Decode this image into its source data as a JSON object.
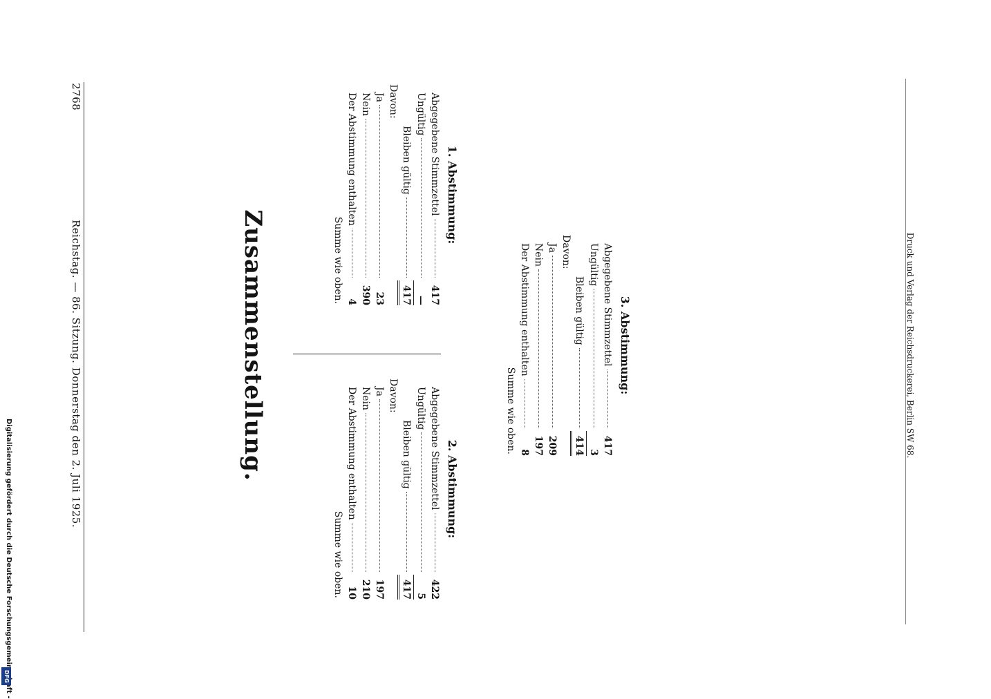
{
  "header": {
    "page_number": "2768",
    "running_head": "Reichstag. — 86. Sitzung. Donnerstag den 2. Juli 1925."
  },
  "title": "Zusammenstellung.",
  "votes": [
    {
      "heading": "1. Abstimmung:",
      "abgegebene_label": "Abgegebene Stimmzettel",
      "abgegebene": "417",
      "ungueltig_label": "Ungültig",
      "ungueltig": "—",
      "bleiben_label": "Bleiben gültig",
      "bleiben": "417",
      "davon_label": "Davon:",
      "ja_label": "Ja",
      "ja": "23",
      "nein_label": "Nein",
      "nein": "390",
      "enthalten_label": "Der Abstimmung enthalten",
      "enthalten": "4",
      "summe_label": "Summe wie oben."
    },
    {
      "heading": "2. Abstimmung:",
      "abgegebene_label": "Abgegebene Stimmzettel",
      "abgegebene": "422",
      "ungueltig_label": "Ungültig",
      "ungueltig": "5",
      "bleiben_label": "Bleiben gültig",
      "bleiben": "417",
      "davon_label": "Davon:",
      "ja_label": "Ja",
      "ja": "197",
      "nein_label": "Nein",
      "nein": "210",
      "enthalten_label": "Der Abstimmung enthalten",
      "enthalten": "10",
      "summe_label": "Summe wie oben."
    },
    {
      "heading": "3. Abstimmung:",
      "abgegebene_label": "Abgegebene Stimmzettel",
      "abgegebene": "417",
      "ungueltig_label": "Ungültig",
      "ungueltig": "3",
      "bleiben_label": "Bleiben gültig",
      "bleiben": "414",
      "davon_label": "Davon:",
      "ja_label": "Ja",
      "ja": "209",
      "nein_label": "Nein",
      "nein": "197",
      "enthalten_label": "Der Abstimmung enthalten",
      "enthalten": "8",
      "summe_label": "Summe wie oben."
    }
  ],
  "footer": "Druck und Verlag der Reichsdruckerei, Berlin SW 68.",
  "stamp": {
    "text": "Digitalisierung gefördert durch die Deutsche Forschungsgemeinschaft -",
    "logo": "DFG",
    "logo_color": "#1d3f8a"
  }
}
